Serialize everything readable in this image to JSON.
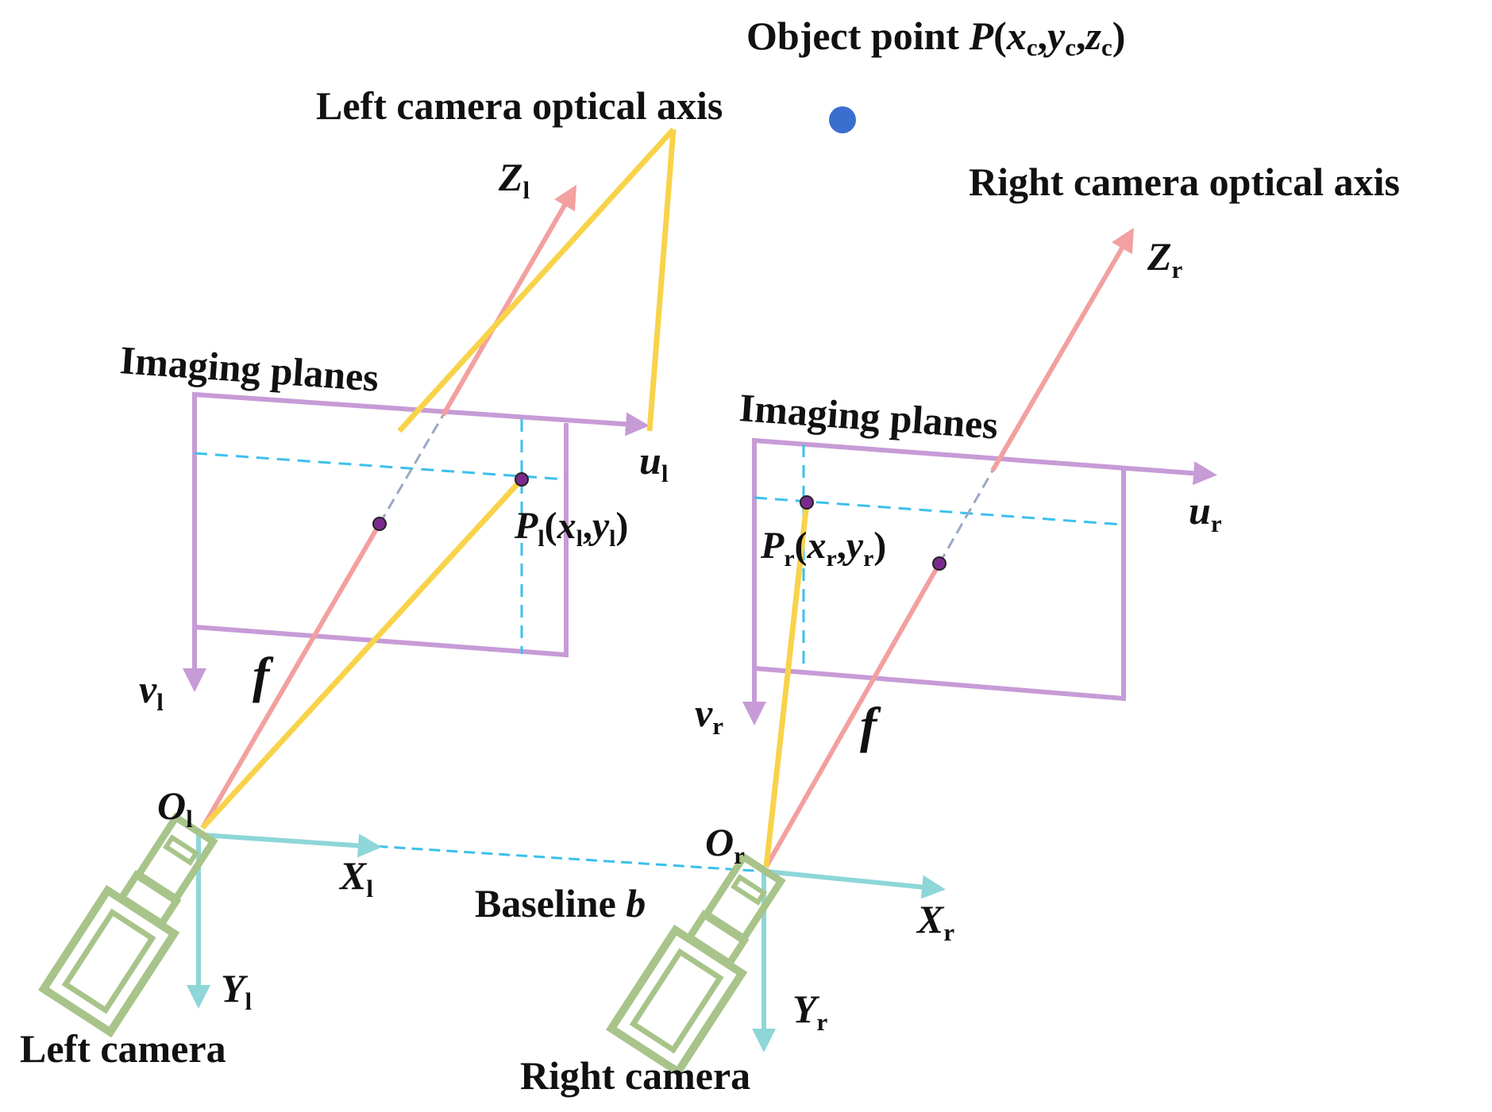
{
  "title": {
    "prefix": "Object point ",
    "var": "P",
    "open": "(",
    "x": "x",
    "x_sub": "c",
    "comma1": ",",
    "y": "y",
    "y_sub": "c",
    "comma2": ",",
    "z": "z",
    "z_sub": "c",
    "close": ")"
  },
  "labels": {
    "left_axis": "Left camera optical axis",
    "right_axis": "Right camera optical axis",
    "imaging_left": "Imaging planes",
    "imaging_right": "Imaging planes",
    "left_camera": "Left camera",
    "right_camera": "Right camera",
    "baseline_text": "Baseline ",
    "baseline_var": "b",
    "focal_left": "f",
    "focal_right": "f"
  },
  "axes": {
    "Zl": {
      "main": "Z",
      "sub": "l"
    },
    "Zr": {
      "main": "Z",
      "sub": "r"
    },
    "ul": {
      "main": "u",
      "sub": "l"
    },
    "ur": {
      "main": "u",
      "sub": "r"
    },
    "vl": {
      "main": "v",
      "sub": "l"
    },
    "vr": {
      "main": "v",
      "sub": "r"
    },
    "Ol": {
      "main": "O",
      "sub": "l"
    },
    "Or": {
      "main": "O",
      "sub": "r"
    },
    "Xl": {
      "main": "X",
      "sub": "l"
    },
    "Xr": {
      "main": "X",
      "sub": "r"
    },
    "Yl": {
      "main": "Y",
      "sub": "l"
    },
    "Yr": {
      "main": "Y",
      "sub": "r"
    }
  },
  "points": {
    "Pl": {
      "main": "P",
      "sub": "l",
      "open": "(",
      "x": "x",
      "xs": "l",
      "comma": ",",
      "y": "y",
      "ys": "l",
      "close": ")"
    },
    "Pr": {
      "main": "P",
      "sub": "r",
      "open": "(",
      "x": "x",
      "xs": "r",
      "comma": ",",
      "y": "y",
      "ys": "r",
      "close": ")"
    }
  },
  "colors": {
    "optical_axis": "#f2a0a0",
    "ray": "#f8d34a",
    "plane": "#c79bd6",
    "guide": "#3cc0ec",
    "cam_axis": "#8ed6d8",
    "camera": "#a8c48a",
    "object_point": "#3a6fcf",
    "projection_point": "#7a2a8c",
    "baseline": "#3cc0ec",
    "hidden_axis": "#9aa8c4"
  }
}
